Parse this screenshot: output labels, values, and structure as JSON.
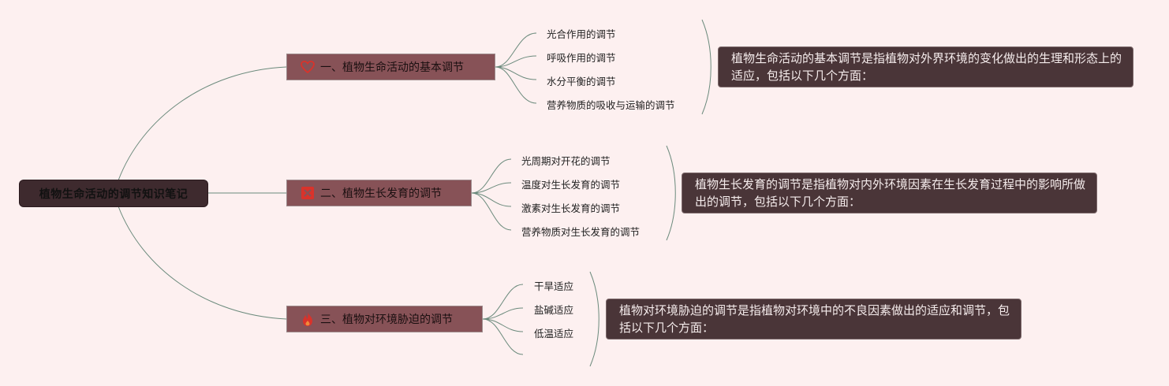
{
  "root": {
    "label": "植物生命活动的调节知识笔记"
  },
  "branches": [
    {
      "label": "一、植物生命活动的基本调节",
      "icon": "heart-icon",
      "leaves": [
        "光合作用的调节",
        "呼吸作用的调节",
        "水分平衡的调节",
        "营养物质的吸收与运输的调节"
      ],
      "summary": "植物生命活动的基本调节是指植物对外界环境的变化做出的生理和形态上的适应，包括以下几个方面："
    },
    {
      "label": "二、植物生长发育的调节",
      "icon": "x-mark-icon",
      "leaves": [
        "光周期对开花的调节",
        "温度对生长发育的调节",
        "激素对生长发育的调节",
        "营养物质对生长发育的调节"
      ],
      "summary": "植物生长发育的调节是指植物对内外环境因素在生长发育过程中的影响所做出的调节，包括以下几个方面："
    },
    {
      "label": "三、植物对环境胁迫的调节",
      "icon": "fire-icon",
      "leaves": [
        "干旱适应",
        "盐碱适应",
        "低温适应",
        ""
      ],
      "summary": "植物对环境胁迫的调节是指植物对环境中的不良因素做出的适应和调节，包括以下几个方面："
    }
  ],
  "colors": {
    "background": "#fdf0f0",
    "root_fill": "#3e2a2e",
    "branch_fill": "#875257",
    "summary_fill": "#4a3538",
    "connector": "#6b8a7c",
    "icon_red": "#d9332b"
  }
}
